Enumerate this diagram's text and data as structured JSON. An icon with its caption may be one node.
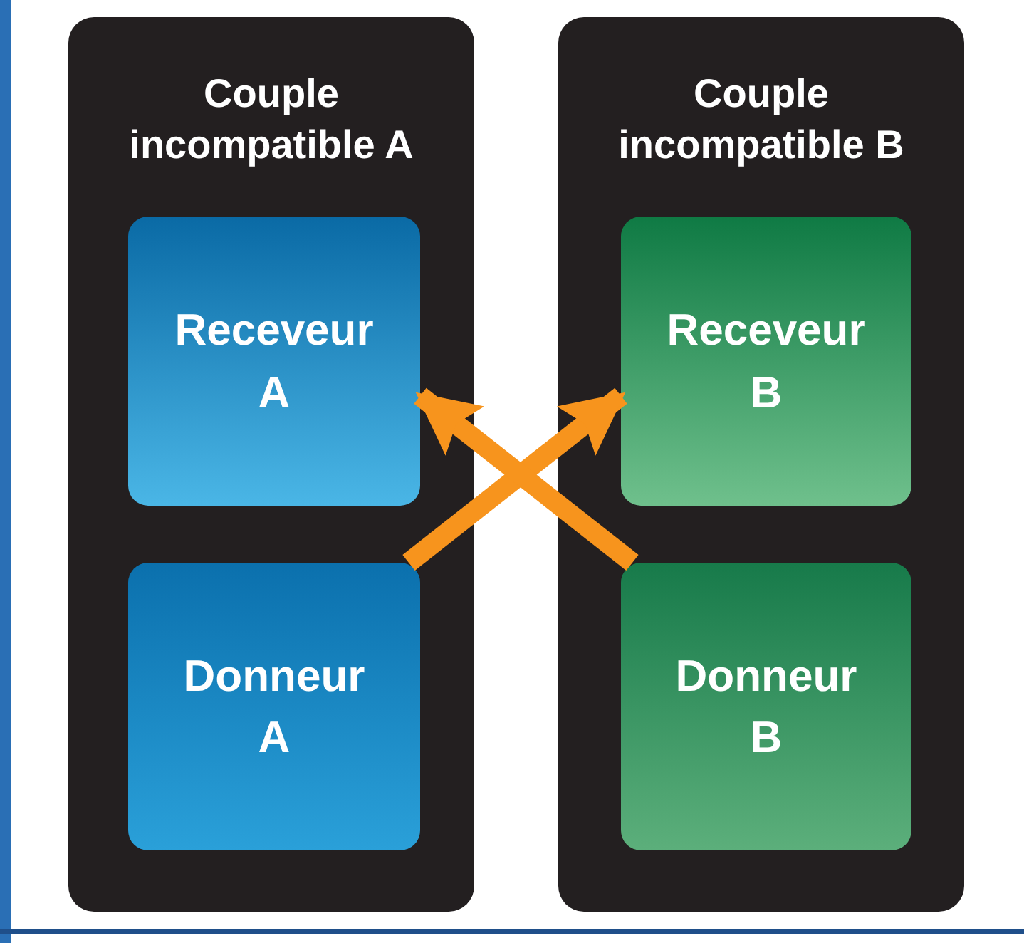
{
  "diagram": {
    "nodes": [
      {
        "text": [
          "Couple incompatible A"
        ]
      },
      {
        "text": [
          "Receveur A"
        ],
        "in": 0
      },
      {
        "text": [
          "Donneur A"
        ],
        "in": 0
      },
      {
        "text": [
          "Couple incompatible B"
        ]
      },
      {
        "text": [
          "Receveur B"
        ],
        "in": 3
      },
      {
        "text": [
          "Donneur B"
        ],
        "in": 3
      }
    ],
    "edges": [
      {
        "from": 2,
        "to": 4,
        "arrow": "to"
      },
      {
        "from": 5,
        "to": 1,
        "arrow": "to"
      }
    ]
  }
}
